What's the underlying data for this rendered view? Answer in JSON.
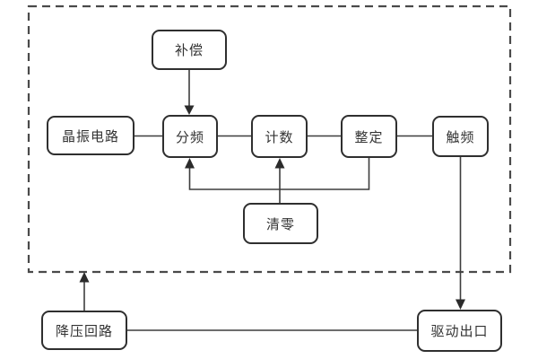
{
  "diagram": {
    "nodes": {
      "compensation": "补偿",
      "crystal_circuit": "晶振电路",
      "frequency_divider": "分频",
      "counter": "计数",
      "setting": "整定",
      "trigger_freq": "触频",
      "clear": "清零",
      "stepdown_circuit": "降压回路",
      "drive_outlet": "驱动出口"
    },
    "edges": [
      {
        "from": "compensation",
        "to": "frequency_divider",
        "directed": true
      },
      {
        "from": "crystal_circuit",
        "to": "frequency_divider",
        "directed": false
      },
      {
        "from": "frequency_divider",
        "to": "counter",
        "directed": false
      },
      {
        "from": "counter",
        "to": "setting",
        "directed": false
      },
      {
        "from": "setting",
        "to": "trigger_freq",
        "directed": false
      },
      {
        "from": "setting",
        "to": "frequency_divider",
        "directed": true
      },
      {
        "from": "clear",
        "to": "counter",
        "directed": true
      },
      {
        "from": "trigger_freq",
        "to": "drive_outlet",
        "directed": true
      },
      {
        "from": "stepdown_circuit",
        "to": "dashed_boundary",
        "directed": true
      },
      {
        "from": "stepdown_circuit",
        "to": "drive_outlet",
        "directed": false
      }
    ],
    "colors": {
      "line": "#3d3d3d",
      "arrowhead": "#2b2b2b",
      "box_border": "#2f2f2f",
      "box_fill": "#ffffff",
      "dashed_frame": "#4a4a4a",
      "text": "#333333",
      "background": "#ffffff"
    }
  }
}
